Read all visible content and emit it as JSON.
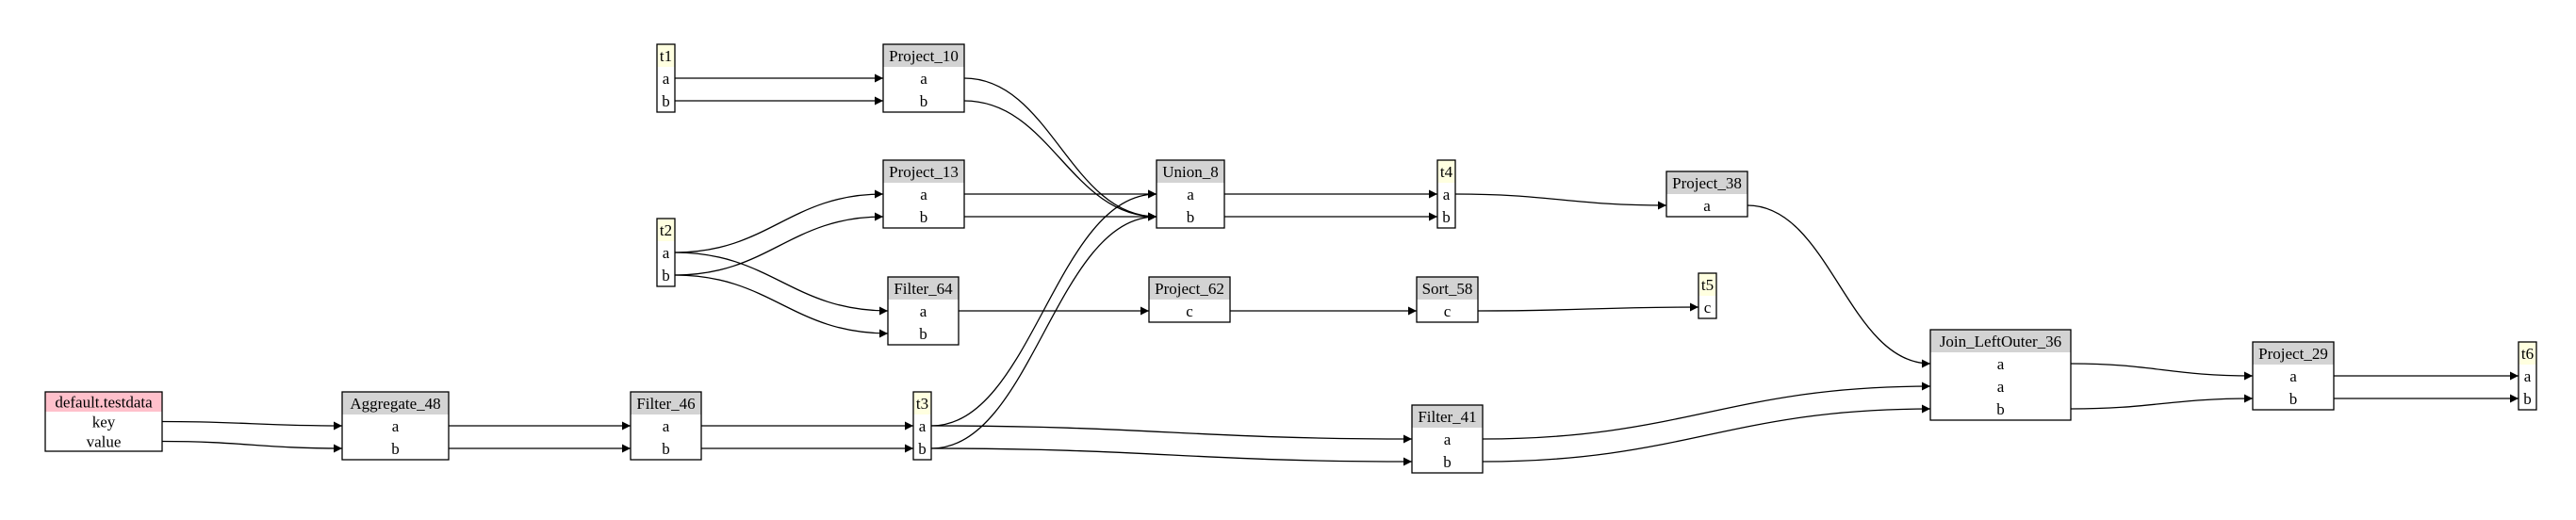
{
  "colors": {
    "source_header": "#ffc0cb",
    "op_header": "#d3d3d3",
    "table_header": "#ffffe0",
    "stroke": "#000000",
    "background": "#ffffff"
  },
  "nodes": [
    {
      "id": "default_testdata",
      "label": "default.testdata",
      "kind": "source",
      "fields": [
        "key",
        "value"
      ]
    },
    {
      "id": "t1",
      "label": "t1",
      "kind": "table",
      "fields": [
        "a",
        "b"
      ]
    },
    {
      "id": "t2",
      "label": "t2",
      "kind": "table",
      "fields": [
        "a",
        "b"
      ]
    },
    {
      "id": "t3",
      "label": "t3",
      "kind": "table",
      "fields": [
        "a",
        "b"
      ]
    },
    {
      "id": "t4",
      "label": "t4",
      "kind": "table",
      "fields": [
        "a",
        "b"
      ]
    },
    {
      "id": "t5",
      "label": "t5",
      "kind": "table",
      "fields": [
        "c"
      ]
    },
    {
      "id": "t6",
      "label": "t6",
      "kind": "table",
      "fields": [
        "a",
        "b"
      ]
    },
    {
      "id": "Project_10",
      "label": "Project_10",
      "kind": "op",
      "fields": [
        "a",
        "b"
      ]
    },
    {
      "id": "Project_13",
      "label": "Project_13",
      "kind": "op",
      "fields": [
        "a",
        "b"
      ]
    },
    {
      "id": "Filter_64",
      "label": "Filter_64",
      "kind": "op",
      "fields": [
        "a",
        "b"
      ]
    },
    {
      "id": "Union_8",
      "label": "Union_8",
      "kind": "op",
      "fields": [
        "a",
        "b"
      ]
    },
    {
      "id": "Project_62",
      "label": "Project_62",
      "kind": "op",
      "fields": [
        "c"
      ]
    },
    {
      "id": "Sort_58",
      "label": "Sort_58",
      "kind": "op",
      "fields": [
        "c"
      ]
    },
    {
      "id": "Project_38",
      "label": "Project_38",
      "kind": "op",
      "fields": [
        "a"
      ]
    },
    {
      "id": "Aggregate_48",
      "label": "Aggregate_48",
      "kind": "op",
      "fields": [
        "a",
        "b"
      ]
    },
    {
      "id": "Filter_46",
      "label": "Filter_46",
      "kind": "op",
      "fields": [
        "a",
        "b"
      ]
    },
    {
      "id": "Filter_41",
      "label": "Filter_41",
      "kind": "op",
      "fields": [
        "a",
        "b"
      ]
    },
    {
      "id": "Join_LeftOuter_36",
      "label": "Join_LeftOuter_36",
      "kind": "op",
      "fields": [
        "a",
        "a",
        "b"
      ]
    },
    {
      "id": "Project_29",
      "label": "Project_29",
      "kind": "op",
      "fields": [
        "a",
        "b"
      ]
    }
  ],
  "edges": [
    {
      "from": "t1",
      "fi": 0,
      "to": "Project_10",
      "ti": 0
    },
    {
      "from": "t1",
      "fi": 1,
      "to": "Project_10",
      "ti": 1
    },
    {
      "from": "Project_10",
      "fi": 0,
      "to": "Union_8",
      "ti": 1
    },
    {
      "from": "Project_10",
      "fi": 1,
      "to": "Union_8",
      "ti": 1
    },
    {
      "from": "t2",
      "fi": 0,
      "to": "Project_13",
      "ti": 0
    },
    {
      "from": "t2",
      "fi": 1,
      "to": "Project_13",
      "ti": 1
    },
    {
      "from": "t2",
      "fi": 0,
      "to": "Filter_64",
      "ti": 0
    },
    {
      "from": "t2",
      "fi": 1,
      "to": "Filter_64",
      "ti": 1
    },
    {
      "from": "Project_13",
      "fi": 0,
      "to": "Union_8",
      "ti": 0
    },
    {
      "from": "Project_13",
      "fi": 1,
      "to": "Union_8",
      "ti": 1
    },
    {
      "from": "Filter_64",
      "fi": 0,
      "to": "Project_62",
      "ti": 0
    },
    {
      "from": "Project_62",
      "fi": 0,
      "to": "Sort_58",
      "ti": 0
    },
    {
      "from": "Sort_58",
      "fi": 0,
      "to": "t5",
      "ti": 0
    },
    {
      "from": "Union_8",
      "fi": 0,
      "to": "t4",
      "ti": 0
    },
    {
      "from": "Union_8",
      "fi": 1,
      "to": "t4",
      "ti": 1
    },
    {
      "from": "t4",
      "fi": 0,
      "to": "Project_38",
      "ti": 0
    },
    {
      "from": "Project_38",
      "fi": 0,
      "to": "Join_LeftOuter_36",
      "ti": 0
    },
    {
      "from": "default_testdata",
      "fi": 0,
      "to": "Aggregate_48",
      "ti": 0
    },
    {
      "from": "default_testdata",
      "fi": 1,
      "to": "Aggregate_48",
      "ti": 1
    },
    {
      "from": "Aggregate_48",
      "fi": 0,
      "to": "Filter_46",
      "ti": 0
    },
    {
      "from": "Aggregate_48",
      "fi": 1,
      "to": "Filter_46",
      "ti": 1
    },
    {
      "from": "Filter_46",
      "fi": 0,
      "to": "t3",
      "ti": 0
    },
    {
      "from": "Filter_46",
      "fi": 1,
      "to": "t3",
      "ti": 1
    },
    {
      "from": "t3",
      "fi": 0,
      "to": "Union_8",
      "ti": 0
    },
    {
      "from": "t3",
      "fi": 1,
      "to": "Union_8",
      "ti": 1
    },
    {
      "from": "t3",
      "fi": 0,
      "to": "Filter_41",
      "ti": 0
    },
    {
      "from": "t3",
      "fi": 1,
      "to": "Filter_41",
      "ti": 1
    },
    {
      "from": "Filter_41",
      "fi": 0,
      "to": "Join_LeftOuter_36",
      "ti": 1
    },
    {
      "from": "Filter_41",
      "fi": 1,
      "to": "Join_LeftOuter_36",
      "ti": 2
    },
    {
      "from": "Join_LeftOuter_36",
      "fi": 0,
      "to": "Project_29",
      "ti": 0
    },
    {
      "from": "Join_LeftOuter_36",
      "fi": 2,
      "to": "Project_29",
      "ti": 1
    },
    {
      "from": "Project_29",
      "fi": 0,
      "to": "t6",
      "ti": 0
    },
    {
      "from": "Project_29",
      "fi": 1,
      "to": "t6",
      "ti": 1
    }
  ]
}
